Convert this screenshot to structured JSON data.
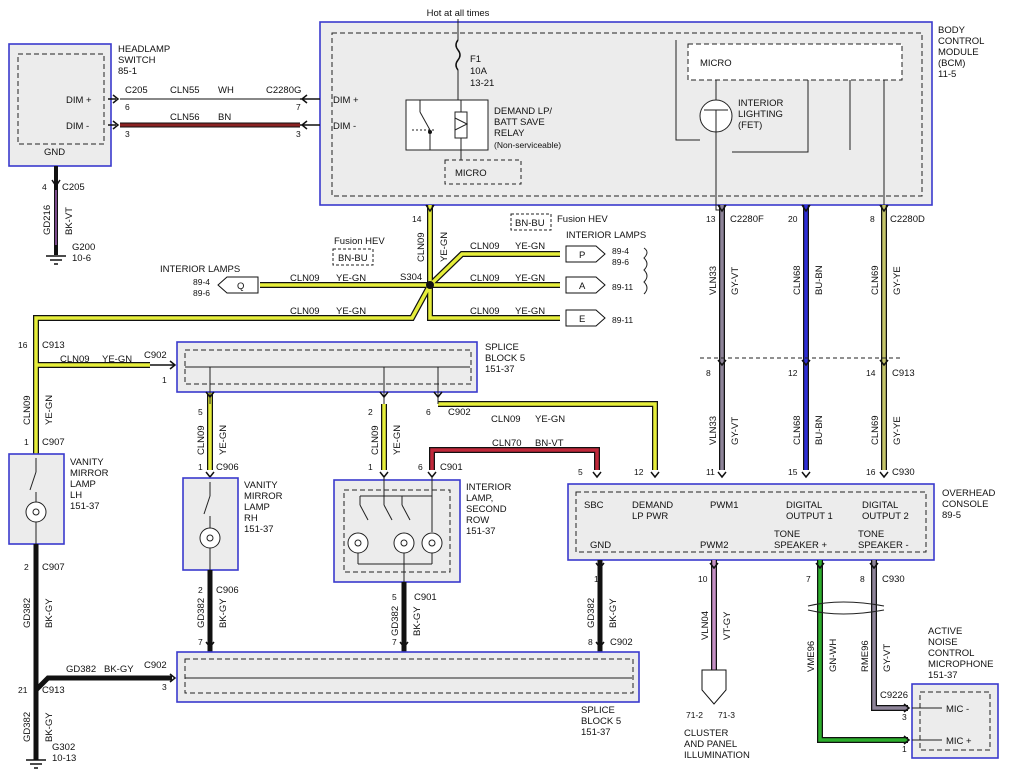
{
  "top_label": "Hot at all times",
  "bcm": {
    "name": [
      "BODY",
      "CONTROL",
      "MODULE",
      "(BCM)",
      "11-5"
    ],
    "micro": "MICRO",
    "interior_lighting": [
      "INTERIOR",
      "LIGHTING",
      "(FET)"
    ]
  },
  "fuse": {
    "name": "F1",
    "rating": "10A",
    "ref": "13-21"
  },
  "relay": {
    "name": [
      "DEMAND LP/",
      "BATT SAVE",
      "RELAY",
      "(Non-serviceable)"
    ],
    "micro": "MICRO"
  },
  "headlamp_switch": {
    "name": [
      "HEADLAMP",
      "SWITCH",
      "85-1"
    ],
    "dim_plus": "DIM +",
    "dim_minus": "DIM -",
    "gnd": "GND"
  },
  "bcm_dim_plus": "DIM +",
  "bcm_dim_minus": "DIM -",
  "connectors": {
    "c205": "C205",
    "c2280g": "C2280G",
    "c2280f": "C2280F",
    "c2280d": "C2280D",
    "c913": "C913",
    "c902": "C902",
    "c907": "C907",
    "c906": "C906",
    "c901": "C901",
    "c930": "C930",
    "c9226": "C9226",
    "s304": "S304"
  },
  "pins": {
    "hs_dim_plus": "6",
    "hs_dim_minus": "3",
    "bcm_dim_plus": "7",
    "bcm_dim_minus": "3",
    "hs_gnd": "4",
    "bcm_14": "14",
    "bcm_13": "13",
    "bcm_20": "20",
    "bcm_8": "8",
    "c913_16": "16",
    "c902_1": "1",
    "c907_1": "1",
    "c907_2": "2",
    "sb_5": "5",
    "sb_2": "2",
    "sb_6": "6",
    "c906_1": "1",
    "c906_2": "2",
    "c901_1": "1",
    "c901_6": "6",
    "c901_5": "5",
    "c913_8": "8",
    "c913_12": "12",
    "c913_14": "14",
    "oc_5": "5",
    "oc_12": "12",
    "oc_11": "11",
    "oc_15": "15",
    "oc_16": "16",
    "oc_1": "1",
    "oc_10": "10",
    "oc_7": "7",
    "oc_8": "8",
    "c902_7": "7",
    "c902_7b": "7",
    "c902_8": "8",
    "c902_3": "3",
    "c913_21": "21",
    "mic_3": "3",
    "mic_1": "1"
  },
  "wires": {
    "cln55": "CLN55",
    "wh": "WH",
    "cln56": "CLN56",
    "bn": "BN",
    "gd216": "GD216",
    "bk_vt": "BK-VT",
    "cln09": "CLN09",
    "ye_gn": "YE-GN",
    "vln33": "VLN33",
    "gy_vt": "GY-VT",
    "cln68": "CLN68",
    "bu_bn": "BU-BN",
    "cln69": "CLN69",
    "gy_ye": "GY-YE",
    "cln70": "CLN70",
    "bn_vt": "BN-VT",
    "gd382": "GD382",
    "bk_gy": "BK-GY",
    "vln04": "VLN04",
    "vt_gy": "VT-GY",
    "vme96": "VME96",
    "gn_wh": "GN-WH",
    "rme96": "RME96",
    "gy_vt2": "GY-VT"
  },
  "ground_g200": [
    "G200",
    "10-6"
  ],
  "ground_g302": [
    "G302",
    "10-13"
  ],
  "fusion_hev": "Fusion HEV",
  "bn_bu": "BN-BU",
  "interior_lamps": "INTERIOR LAMPS",
  "connector_refs": {
    "q": "Q",
    "q_ref": [
      "89-4",
      "89-6"
    ],
    "p": "P",
    "p_ref": [
      "89-4",
      "89-6"
    ],
    "a": "A",
    "a_ref": "89-11",
    "e": "E",
    "e_ref": "89-11"
  },
  "splice_block_top": [
    "SPLICE",
    "BLOCK 5",
    "151-37"
  ],
  "splice_block_bottom": [
    "SPLICE",
    "BLOCK 5",
    "151-37"
  ],
  "vanity_lh": [
    "VANITY",
    "MIRROR",
    "LAMP",
    "LH",
    "151-37"
  ],
  "vanity_rh": [
    "VANITY",
    "MIRROR",
    "LAMP",
    "RH",
    "151-37"
  ],
  "interior_lamp_2": [
    "INTERIOR",
    "LAMP,",
    "SECOND",
    "ROW",
    "151-37"
  ],
  "overhead_console": {
    "name": [
      "OVERHEAD",
      "CONSOLE",
      "89-5"
    ],
    "sbc": "SBC",
    "demand": [
      "DEMAND",
      "LP PWR"
    ],
    "pwm1": "PWM1",
    "digital1": [
      "DIGITAL",
      "OUTPUT 1"
    ],
    "digital2": [
      "DIGITAL",
      "OUTPUT 2"
    ],
    "gnd": "GND",
    "pwm2": "PWM2",
    "tone_plus": [
      "TONE",
      "SPEAKER +"
    ],
    "tone_minus": [
      "TONE",
      "SPEAKER -"
    ]
  },
  "cluster": {
    "refs": [
      "71-2",
      "71-3"
    ],
    "name": [
      "CLUSTER",
      "AND PANEL",
      "ILLUMINATION"
    ]
  },
  "anc_mic": {
    "name": [
      "ACTIVE",
      "NOISE",
      "CONTROL",
      "MICROPHONE",
      "151-37"
    ],
    "mic_minus": "MIC -",
    "mic_plus": "MIC +"
  },
  "colors": {
    "module_border": "#3a3acd",
    "ye_gn": "#e6ee3a",
    "bn": "#8b2323",
    "gy_vt": "#8e8499",
    "bu_bn": "#2e2ed6",
    "gy_ye": "#c4c46a",
    "bn_vt": "#c0283a",
    "vt_gy": "#c48fc4",
    "gn_wh": "#2cae2c"
  }
}
